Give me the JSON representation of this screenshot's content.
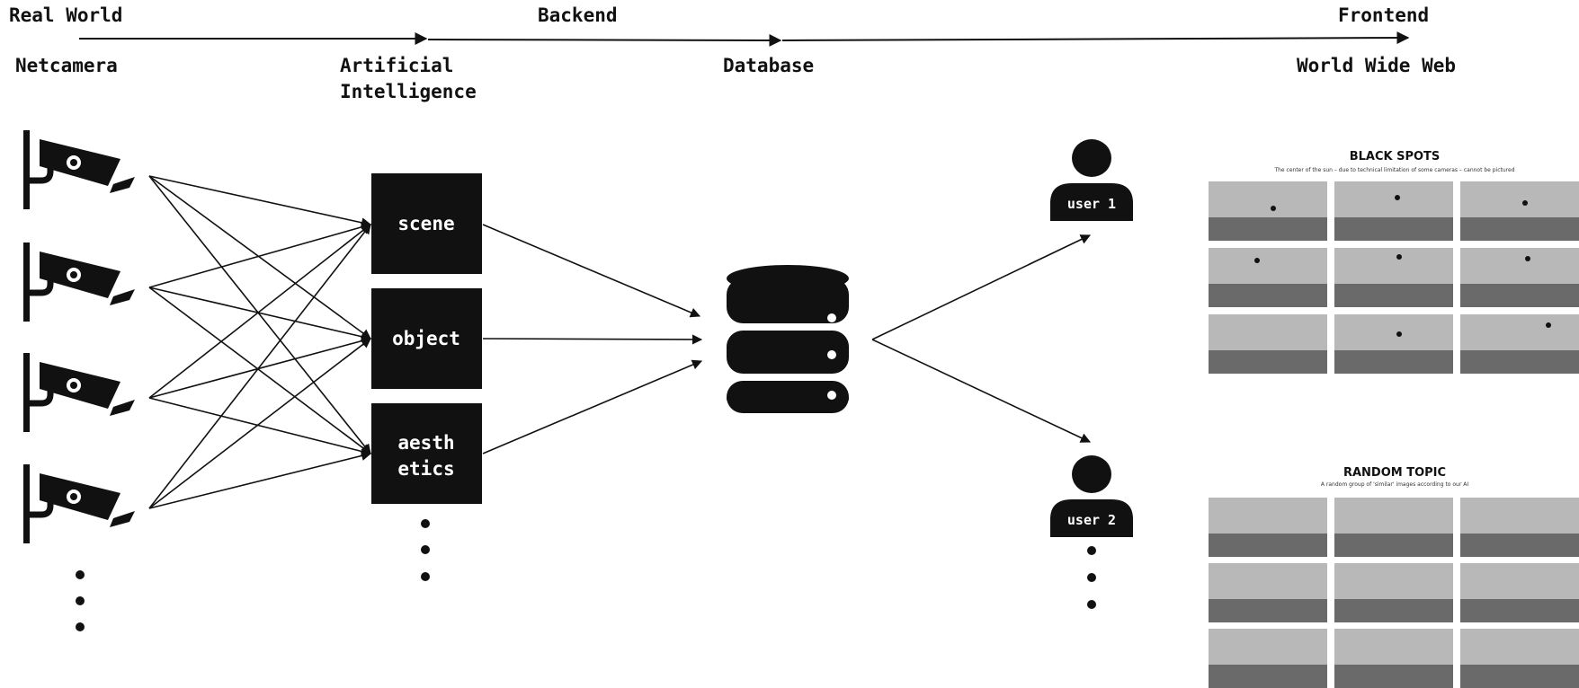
{
  "stages": {
    "real_world": "Real World",
    "backend": "Backend",
    "frontend": "Frontend"
  },
  "columns": {
    "netcamera": "Netcamera",
    "ai_line1": "Artificial",
    "ai_line2": "Intelligence",
    "database": "Database",
    "www": "World Wide Web"
  },
  "ai_boxes": {
    "scene": "scene",
    "object": "object",
    "aesthetics_line1": "aesth",
    "aesthetics_line2": "etics"
  },
  "users": {
    "user1": "user 1",
    "user2": "user 2"
  },
  "panels": {
    "black_spots": {
      "title": "BLACK SPOTS",
      "subtitle": "The center of the sun – due to technical limitation of some cameras – cannot be pictured"
    },
    "random_topic": {
      "title": "RANDOM TOPIC",
      "subtitle": "A random group of 'similar' images according to our AI"
    }
  },
  "icons": {
    "camera": "cctv-camera-icon",
    "database": "database-icon",
    "user": "user-icon"
  },
  "colors": {
    "ink": "#111111",
    "background": "#ffffff"
  }
}
